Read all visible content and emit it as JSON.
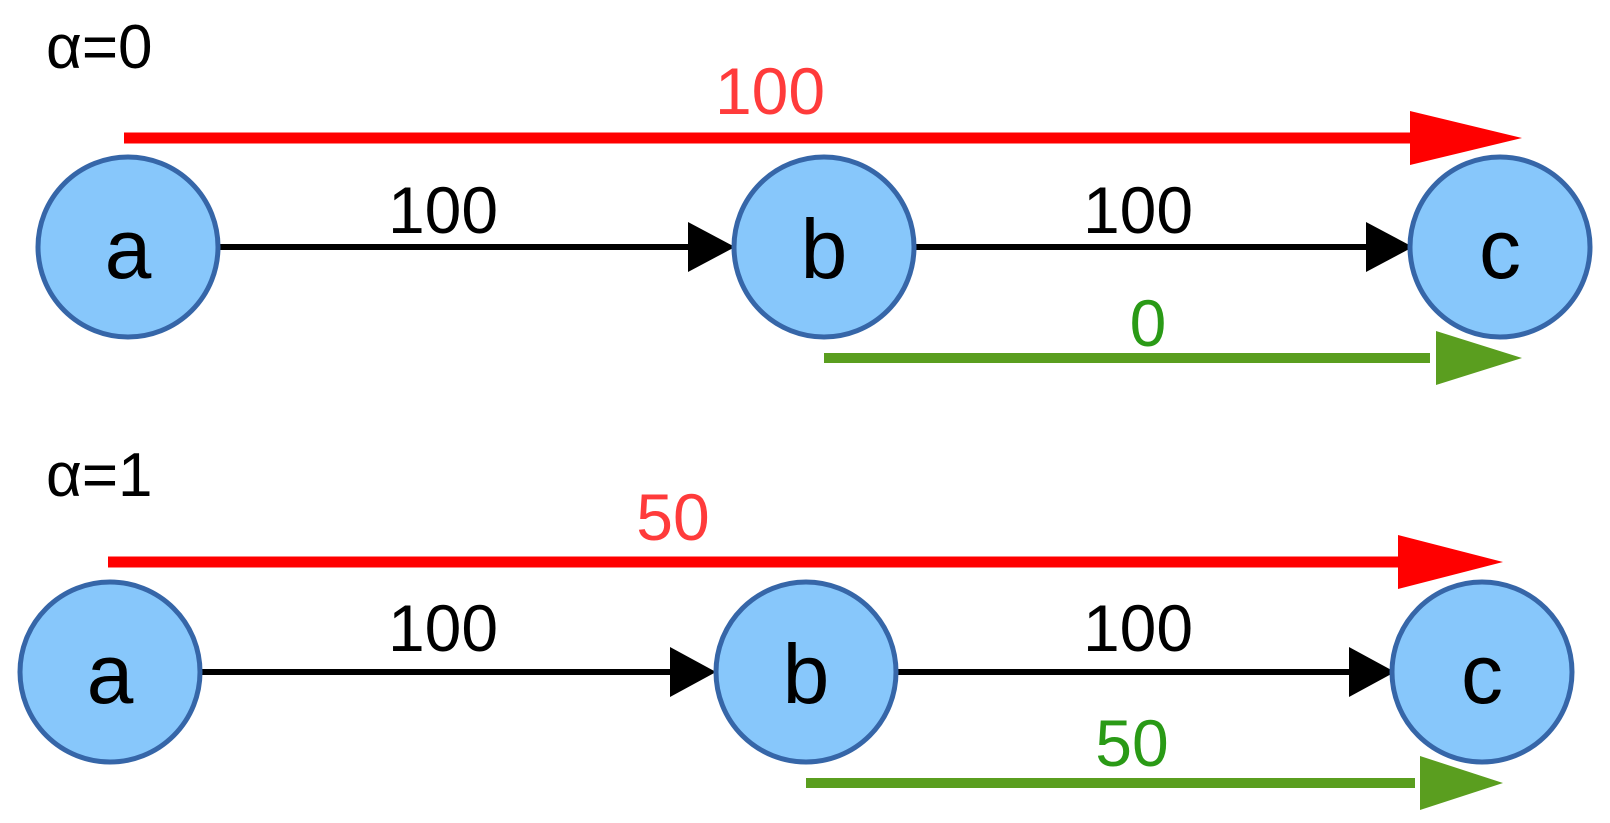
{
  "colors": {
    "node_fill": "#87c7fb",
    "node_stroke": "#3666a8",
    "edge": "#000000",
    "flow_ac": "#ff0000",
    "flow_ac_label": "#ff3b3b",
    "flow_bc": "#5a9e1f",
    "flow_bc_label": "#2a9a16"
  },
  "panels": [
    {
      "alpha_label": "α=0",
      "nodes": {
        "a": "a",
        "b": "b",
        "c": "c"
      },
      "edges": {
        "ab_capacity": "100",
        "bc_capacity": "100"
      },
      "flows": {
        "ac_flow": "100",
        "bc_flow": "0"
      }
    },
    {
      "alpha_label": "α=1",
      "nodes": {
        "a": "a",
        "b": "b",
        "c": "c"
      },
      "edges": {
        "ab_capacity": "100",
        "bc_capacity": "100"
      },
      "flows": {
        "ac_flow": "50",
        "bc_flow": "50"
      }
    }
  ]
}
